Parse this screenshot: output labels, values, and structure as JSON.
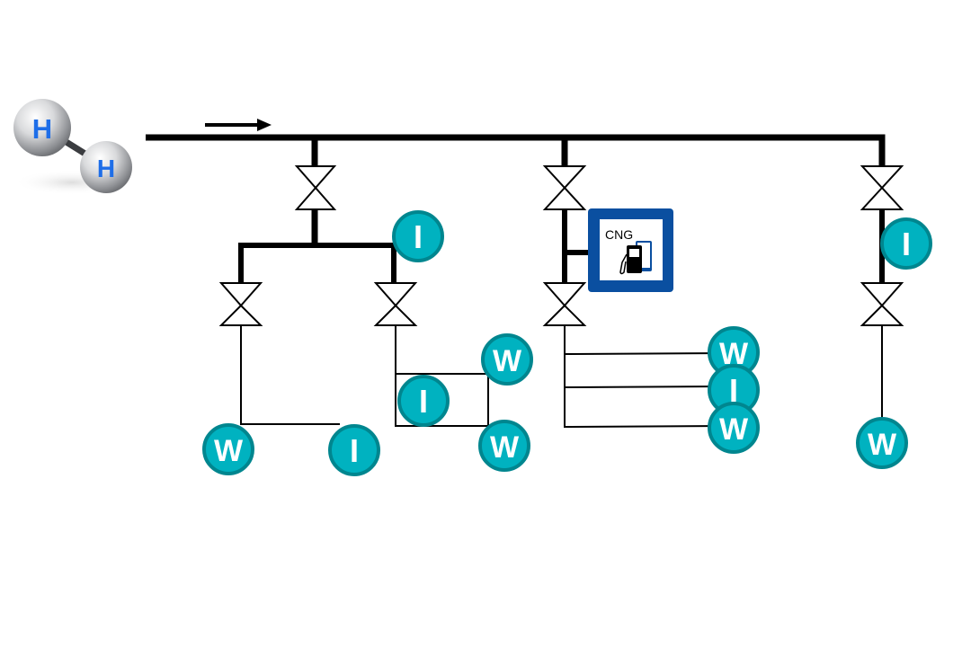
{
  "diagram": {
    "title": "Hydrogen distribution network",
    "colors": {
      "pipe": "#000000",
      "node_fill": "#00b2c0",
      "node_stroke": "#00868f",
      "node_text": "#ffffff",
      "cng_frame": "#0a4fa0",
      "h_atom_text": "#1e6ee8"
    },
    "source": {
      "icon": "hydrogen-molecule-icon",
      "atom_labels": [
        "H",
        "H"
      ]
    },
    "flow_arrow": {
      "icon": "flow-direction-arrow-icon",
      "direction": "right"
    },
    "cng_station": {
      "icon": "cng-fuel-station-icon",
      "label": "CNG"
    },
    "branches": [
      {
        "name": "branch-1",
        "valves": 3,
        "nodes": [
          {
            "id": "b1-i-top",
            "type": "I"
          },
          {
            "id": "b1-w-bottom-left",
            "type": "W"
          },
          {
            "id": "b1-i-bottom",
            "type": "I"
          },
          {
            "id": "b1-w-upper-right",
            "type": "W"
          },
          {
            "id": "b1-i-middle",
            "type": "I"
          },
          {
            "id": "b1-w-lower-right",
            "type": "W"
          }
        ]
      },
      {
        "name": "branch-2",
        "valves": 2,
        "nodes": [
          {
            "id": "b2-w-top",
            "type": "W"
          },
          {
            "id": "b2-i-middle",
            "type": "I"
          },
          {
            "id": "b2-w-bottom",
            "type": "W"
          }
        ]
      },
      {
        "name": "branch-3",
        "valves": 2,
        "nodes": [
          {
            "id": "b3-i-top",
            "type": "I"
          },
          {
            "id": "b3-w-bottom",
            "type": "W"
          }
        ]
      }
    ]
  }
}
